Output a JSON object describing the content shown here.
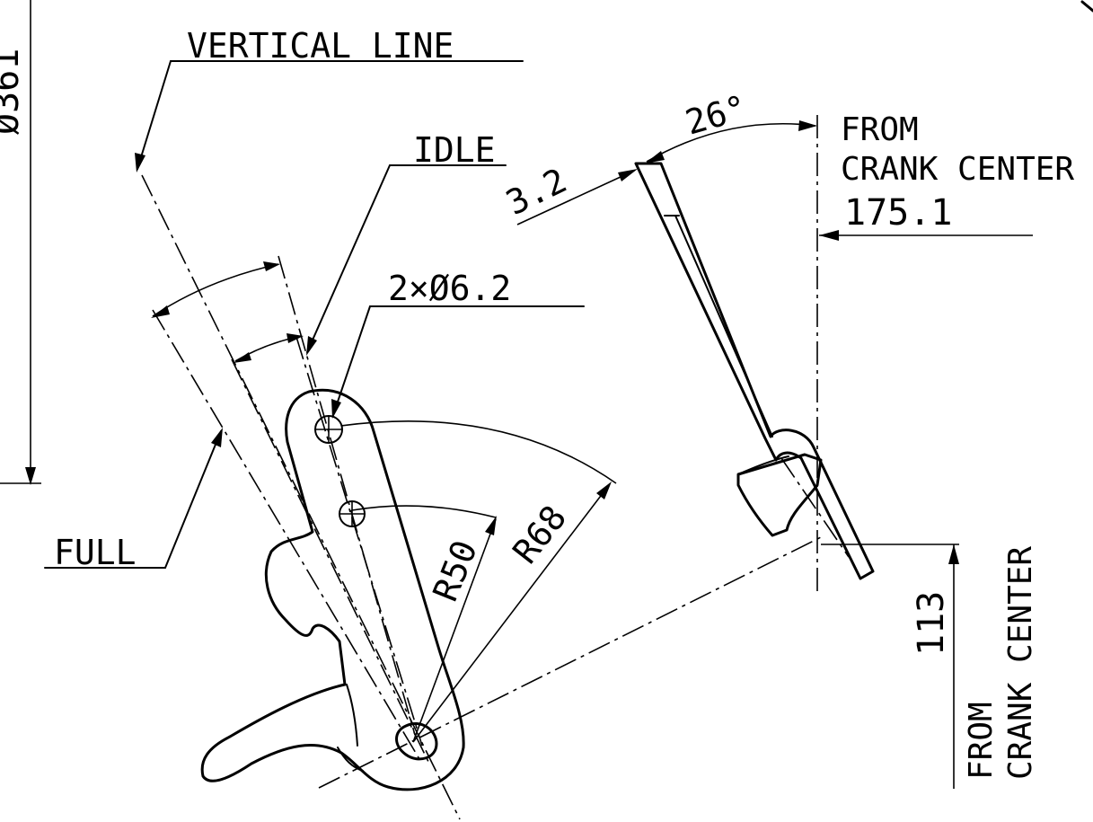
{
  "labels": {
    "vertical_line": "VERTICAL LINE",
    "idle": "IDLE",
    "holes": "2×Ø6.2",
    "full": "FULL",
    "angle": "26°",
    "thickness": "3.2",
    "from_crank_top": "FROM",
    "crank_center_top": "CRANK CENTER",
    "horizontal_offset": "175.1",
    "vertical_offset": "113",
    "from_crank_side": "FROM",
    "crank_center_side": "CRANK CENTER",
    "radius_small": "R50",
    "radius_large": "R68",
    "diameter_left": "Ø361"
  }
}
